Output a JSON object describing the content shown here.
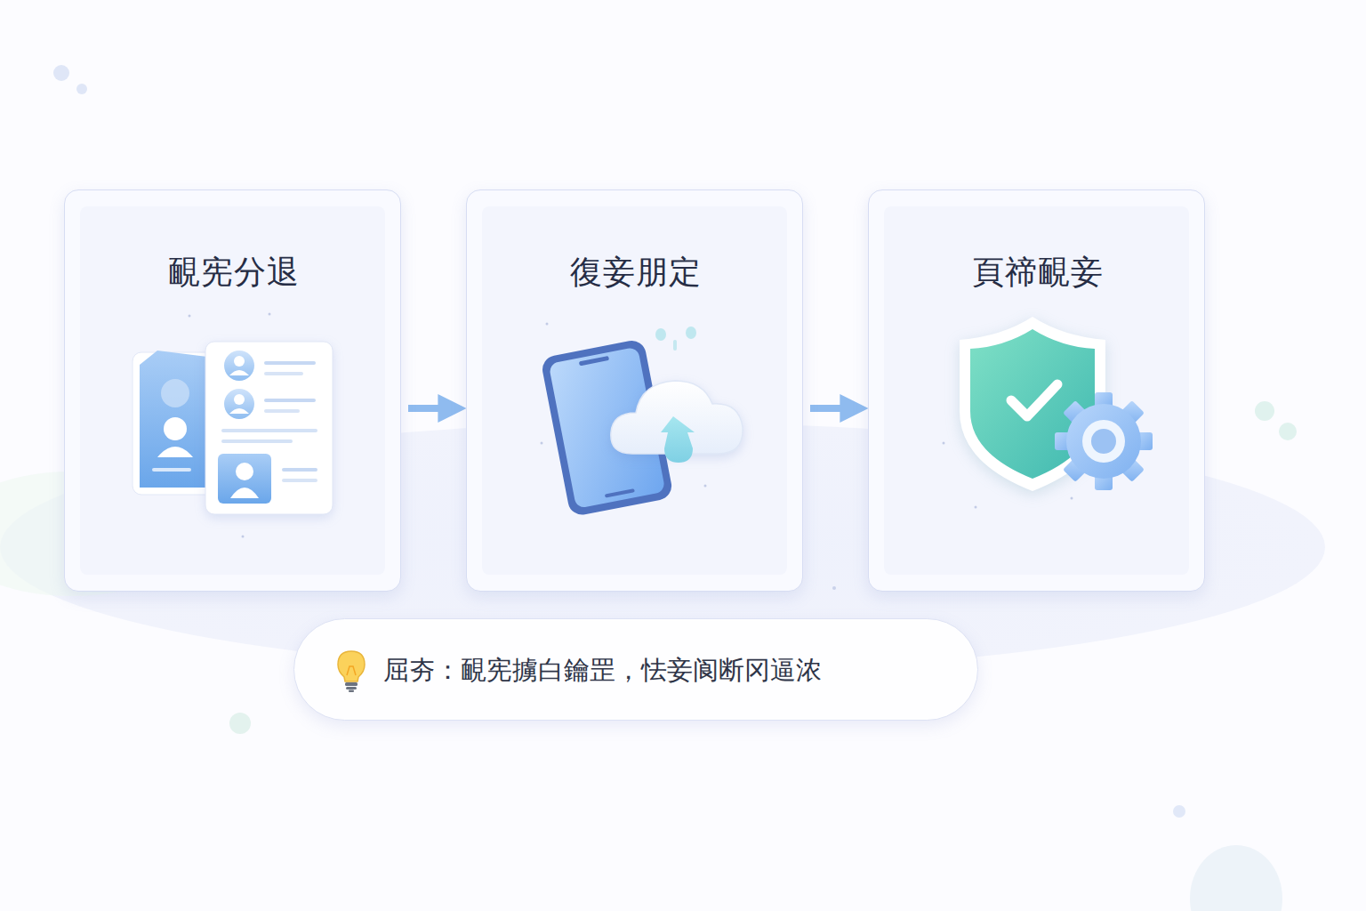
{
  "diagram": {
    "nodes": [
      {
        "text": [
          "靦宪分退"
        ]
      },
      {
        "text": [
          "復妾朋定"
        ]
      },
      {
        "text": [
          "頁禘靦妾"
        ]
      },
      {
        "text": [
          "屈夯：靦宪擄白鑰罡，怯妾阆断冈逼浓"
        ]
      }
    ],
    "edges": [
      {
        "from": 0,
        "to": 1,
        "arrow": "to"
      },
      {
        "from": 1,
        "to": 2,
        "arrow": "to"
      }
    ]
  }
}
